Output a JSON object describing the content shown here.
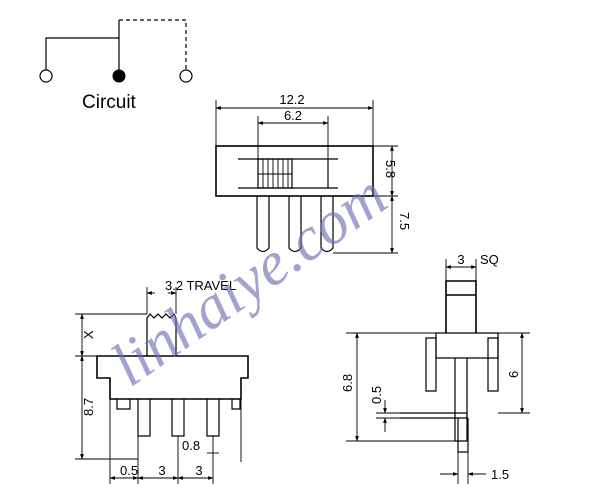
{
  "circuit": {
    "label": "Circuit"
  },
  "top_view": {
    "dim_overall": "12.2",
    "dim_slot": "6.2",
    "dim_height": "5.8",
    "dim_pin": "7.5"
  },
  "side_view": {
    "travel": "3.2 TRAVEL",
    "dim_x": "X",
    "dim_height": "8.7",
    "dim_offset": "0.5",
    "dim_pitch_1": "3",
    "dim_pitch_2": "3",
    "dim_pin_width": "0.8"
  },
  "end_view": {
    "dim_actuator": "3",
    "dim_actuator_unit": "SQ",
    "dim_body": "6.8",
    "dim_plate": "0.5",
    "dim_leg": "6",
    "dim_pin": "1.5"
  },
  "watermark": {
    "text": "linhaiye.com",
    "color": "#6a6ab4"
  }
}
